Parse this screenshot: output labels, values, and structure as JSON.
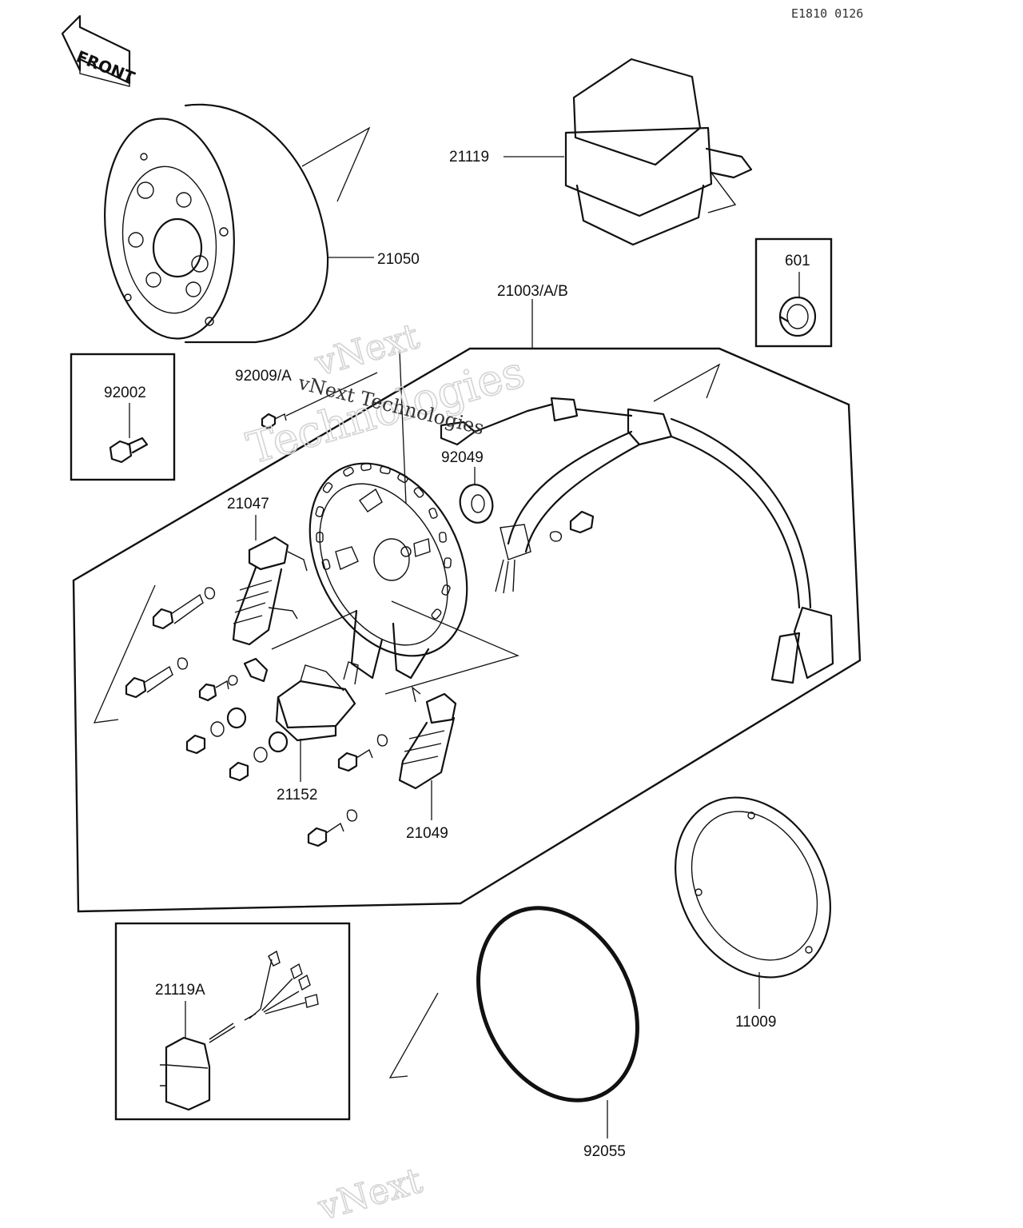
{
  "diagram": {
    "drawing_code": "E1810 0126",
    "front_marker": "FRONT",
    "watermarks": [
      "vNext",
      "Technologies",
      "vNext Technologies",
      "vNext"
    ],
    "parts": [
      {
        "id": "21119",
        "label": "21119"
      },
      {
        "id": "21050",
        "label": "21050"
      },
      {
        "id": "601",
        "label": "601"
      },
      {
        "id": "21003",
        "label": "21003/A/B"
      },
      {
        "id": "92002",
        "label": "92002"
      },
      {
        "id": "92009",
        "label": "92009/A"
      },
      {
        "id": "92049",
        "label": "92049"
      },
      {
        "id": "21047",
        "label": "21047"
      },
      {
        "id": "21152",
        "label": "21152"
      },
      {
        "id": "21049",
        "label": "21049"
      },
      {
        "id": "21119A",
        "label": "21119A"
      },
      {
        "id": "11009",
        "label": "11009"
      },
      {
        "id": "92055",
        "label": "92055"
      }
    ]
  }
}
